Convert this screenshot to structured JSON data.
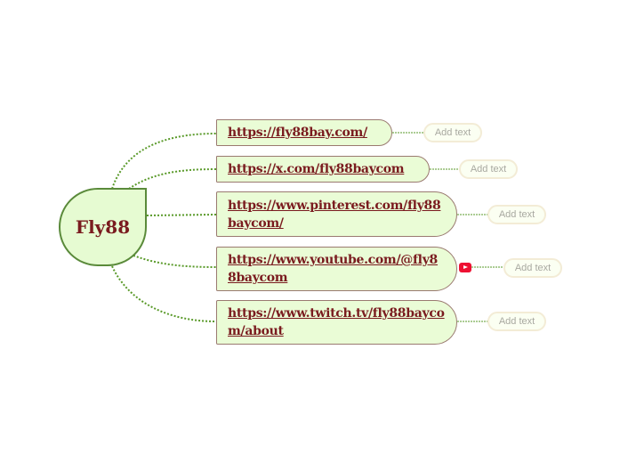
{
  "central": {
    "label": "Fly88"
  },
  "nodes": [
    {
      "label": "https://fly88bay.com/",
      "add_text": "Add text"
    },
    {
      "label": "https://x.com/fly88baycom",
      "add_text": "Add text"
    },
    {
      "label": "https://www.pinterest.com/fly88baycom/",
      "add_text": "Add text"
    },
    {
      "label": "https://www.youtube.com/@fly88baycom",
      "add_text": "Add text",
      "icon": "youtube-icon"
    },
    {
      "label": "https://www.twitch.tv/fly88baycom/about",
      "add_text": "Add text"
    }
  ],
  "colors": {
    "link_text": "#7a1b1f",
    "node_fill": "#eafcd6",
    "connector": "#5a9a2a",
    "youtube": "#ee1133"
  }
}
